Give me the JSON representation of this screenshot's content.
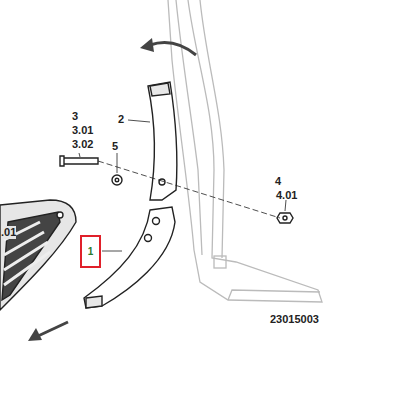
{
  "diagram": {
    "nodes": [
      {
        "text": [
          "1"
        ]
      }
    ],
    "labels": [
      "2",
      "3",
      "3.01",
      "3.02",
      "5",
      "4",
      "4.01",
      ".01",
      "23015003"
    ]
  }
}
